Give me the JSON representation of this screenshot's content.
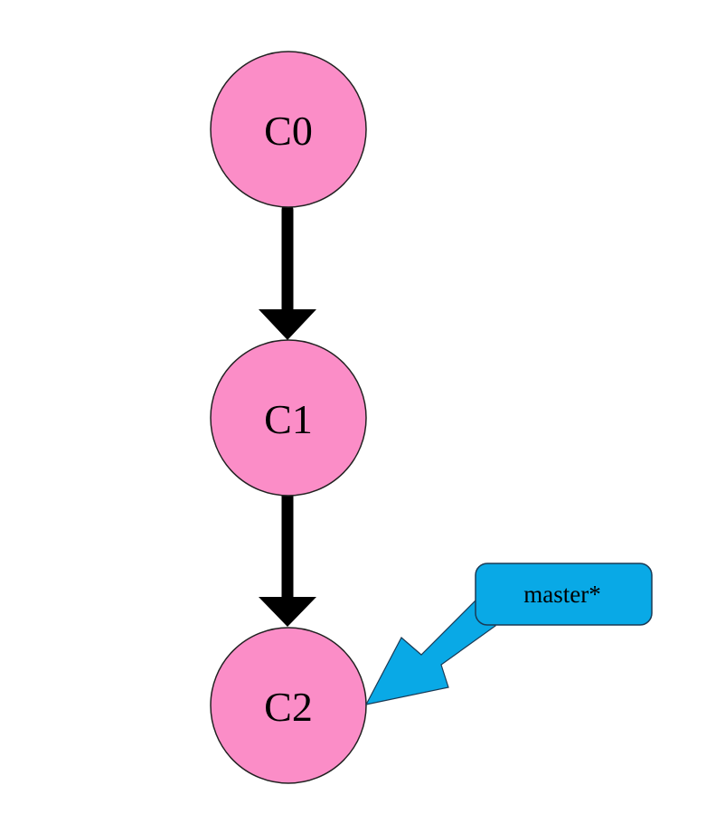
{
  "diagram": {
    "type": "git-commit-graph",
    "commits": [
      {
        "id": "C0",
        "label": "C0"
      },
      {
        "id": "C1",
        "label": "C1"
      },
      {
        "id": "C2",
        "label": "C2"
      }
    ],
    "edges": [
      {
        "from": "C0",
        "to": "C1"
      },
      {
        "from": "C1",
        "to": "C2"
      }
    ],
    "branches": [
      {
        "name": "master*",
        "points_to": "C2"
      }
    ],
    "colors": {
      "commit_fill": "#fb8dc7",
      "branch_fill": "#09a9e6",
      "edge": "#000000"
    }
  }
}
